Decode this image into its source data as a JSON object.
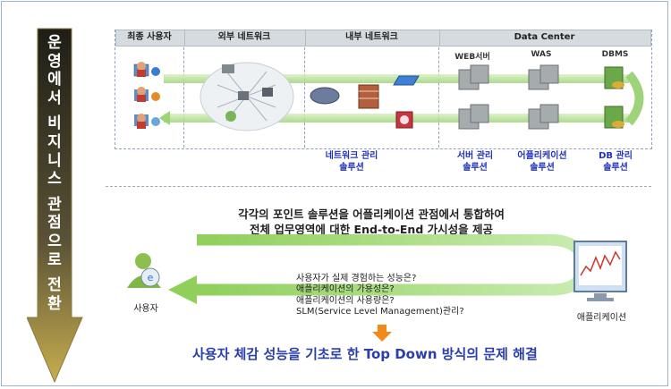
{
  "left_arrow": {
    "text": "운영에서 비지니스 관점으로 전환",
    "lines": [
      "운",
      "영",
      "에",
      "서",
      "",
      "비",
      "지",
      "니",
      "스",
      "",
      "관",
      "점",
      "으",
      "로",
      "",
      "전",
      "환"
    ]
  },
  "headers": {
    "end_user": "최종 사용자",
    "external_network": "외부 네트워크",
    "internal_network": "내부 네트워크",
    "data_center": "Data Center"
  },
  "dc_columns": {
    "web": "WEB서버",
    "was": "WAS",
    "dbms": "DBMS"
  },
  "solutions": {
    "network": [
      "네트워크 관리",
      "솔루션"
    ],
    "server": [
      "서버 관리",
      "솔루션"
    ],
    "application": [
      "어플리케이션",
      "솔루션"
    ],
    "db": [
      "DB 관리",
      "솔루션"
    ]
  },
  "middle_text": {
    "line1": "각각의 포인트 솔루션을 어플리케이션 관점에서 통합하여",
    "line2": "전체 업무영역에 대한 End-to-End 가시성을 제공"
  },
  "questions": [
    "사용자가 실제 경험하는 성능은?",
    "애플리케이션의 가용성은?",
    "애플리케이션의 사용량은?",
    "SLM(Service Level Management)관리?"
  ],
  "user_label": "사용자",
  "app_label": "애플리케이션",
  "bottom_text": "사용자 체감 성능을 기초로 한 Top Down 방식의 문제 해결",
  "colors": {
    "arrow_top": "#2a2a1c",
    "arrow_bottom": "#b8a24a",
    "green": "#7cc24a",
    "blue_text": "#2233bb",
    "orange": "#f08a1c"
  }
}
